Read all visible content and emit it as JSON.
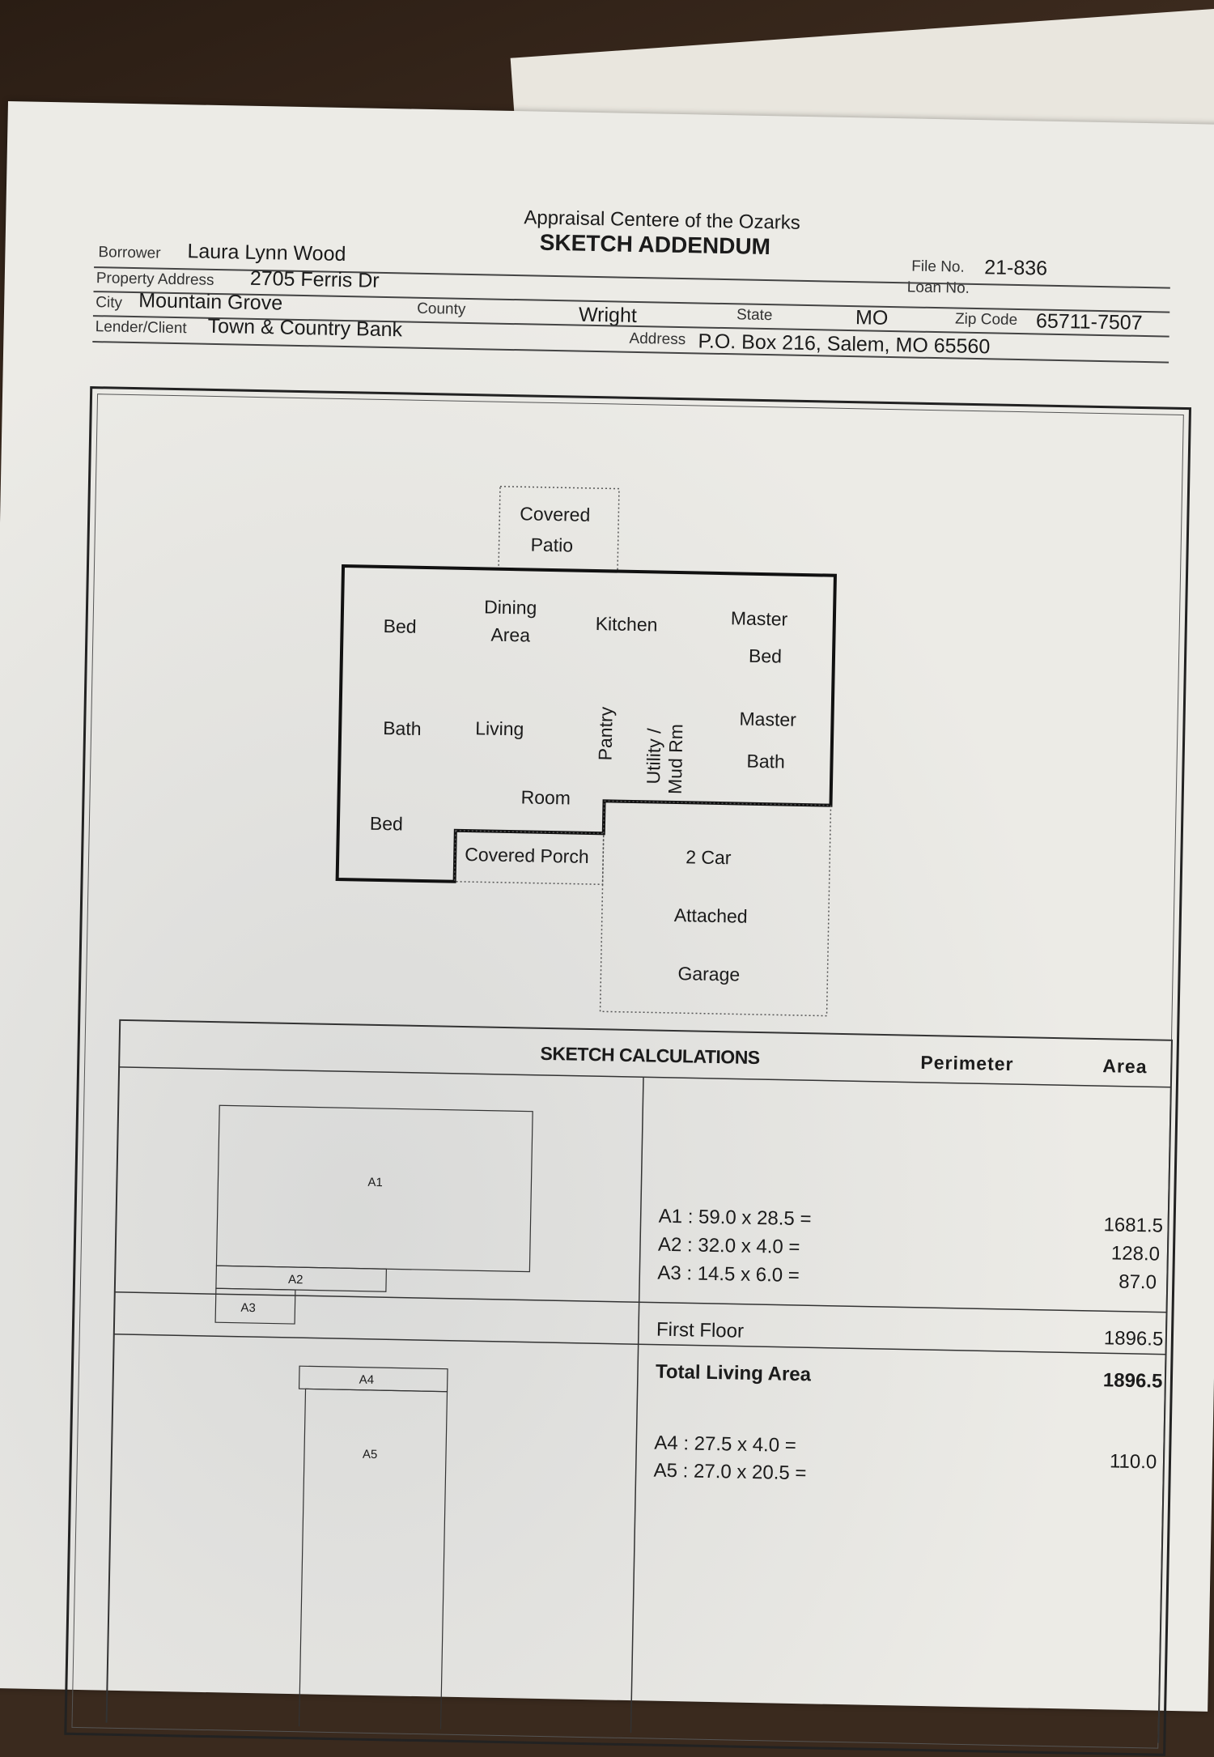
{
  "header": {
    "company": "Appraisal Centere of the Ozarks",
    "form_title": "SKETCH ADDENDUM"
  },
  "fields": {
    "borrower_label": "Borrower",
    "borrower": "Laura Lynn Wood",
    "property_address_label": "Property Address",
    "property_address": "2705 Ferris Dr",
    "city_label": "City",
    "city": "Mountain Grove",
    "county_label": "County",
    "county": "Wright",
    "state_label": "State",
    "state": "MO",
    "zip_label": "Zip Code",
    "zip": "65711-7507",
    "lender_label": "Lender/Client",
    "lender": "Town & Country Bank",
    "address_label": "Address",
    "lender_address": "P.O. Box 216, Salem, MO 65560",
    "file_no_label": "File No.",
    "file_no": "21-836",
    "loan_no_label": "Loan No."
  },
  "sketch": {
    "rooms": {
      "covered_patio_1": "Covered",
      "covered_patio_2": "Patio",
      "bed_1": "Bed",
      "dining_1": "Dining",
      "dining_2": "Area",
      "kitchen": "Kitchen",
      "master_bed_1": "Master",
      "master_bed_2": "Bed",
      "bath": "Bath",
      "living_1": "Living",
      "living_2": "Room",
      "pantry": "Pantry",
      "utility_1": "Utility /",
      "utility_2": "Mud Rm",
      "master_bath_1": "Master",
      "master_bath_2": "Bath",
      "bed_2": "Bed",
      "covered_porch": "Covered Porch",
      "garage_1": "2 Car",
      "garage_2": "Attached",
      "garage_3": "Garage"
    }
  },
  "calculations": {
    "title": "SKETCH CALCULATIONS",
    "perimeter_header": "Perimeter",
    "area_header": "Area",
    "areas": [
      {
        "label": "A1",
        "formula": "A1 : 59.0 x 28.5 =",
        "value": "1681.5"
      },
      {
        "label": "A2",
        "formula": "A2 : 32.0 x 4.0 =",
        "value": "128.0"
      },
      {
        "label": "A3",
        "formula": "A3 : 14.5 x 6.0 =",
        "value": "87.0"
      }
    ],
    "first_floor_label": "First Floor",
    "first_floor_total": "1896.5",
    "total_living_label": "Total Living Area",
    "total_living_value": "1896.5",
    "second_group": [
      {
        "label": "A4",
        "formula": "A4 : 27.5 x 4.0 =",
        "value": "110.0"
      },
      {
        "label": "A5",
        "formula": "A5 : 27.0 x 20.5 ="
      }
    ]
  }
}
